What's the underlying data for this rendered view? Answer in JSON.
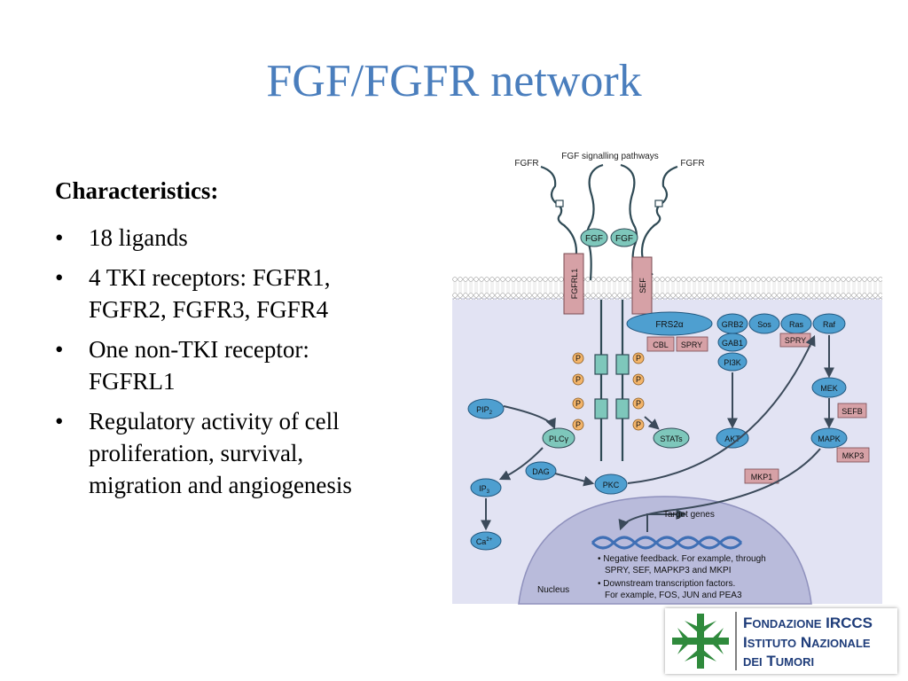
{
  "slide": {
    "title": "FGF/FGFR network",
    "heading": "Characteristics:",
    "bullets": [
      {
        "lines": [
          "18 ligands"
        ]
      },
      {
        "lines": [
          "4 TKI receptors: FGFR1,",
          "FGFR2, FGFR3, FGFR4"
        ]
      },
      {
        "lines": [
          "One non-TKI receptor:",
          "FGFRL1"
        ]
      },
      {
        "lines": [
          "Regulatory activity of cell",
          "proliferation, survival,",
          "migration and angiogenesis"
        ]
      }
    ]
  },
  "diagram": {
    "header": "FGF signalling pathways",
    "fgfr_left": "FGFR",
    "fgfr_right": "FGFR",
    "fgf_left": "FGF",
    "fgf_right": "FGF",
    "fgfrl1": "FGFRL1",
    "sef": "SEF",
    "frs2": "FRS2α",
    "cbl": "CBL",
    "spry1": "SPRY",
    "grb2": "GRB2",
    "sos": "Sos",
    "ras": "Ras",
    "raf": "Raf",
    "gab1": "GAB1",
    "spry2": "SPRY",
    "pi3k": "PI3K",
    "akt": "AKT",
    "mek": "MEK",
    "sefb": "SEFB",
    "mapk": "MAPK",
    "mkp3": "MKP3",
    "mkp1": "MKP1",
    "pip2": "PIP",
    "pip2_sub": "2",
    "plcg": "PLCγ",
    "dag": "DAG",
    "pkc": "PKC",
    "ip3": "IP",
    "ip3_sub": "3",
    "ca": "Ca",
    "ca_sup": "2+",
    "stats": "STATs",
    "p": "P",
    "target_genes": "Target genes",
    "nucleus": "Nucleus",
    "notes": [
      "• Negative feedback. For example, through",
      "SPRY, SEF, MAPKP3 and MKPI",
      "• Downstream transcription factors.",
      "For example, FOS, JUN and PEA3"
    ]
  },
  "logo": {
    "line1_cap": "F",
    "line1_rest": "ONDAZIONE",
    "line1_tail": " IRCCS",
    "line2_cap1": "I",
    "line2_rest1": "STITUTO",
    "line2_cap2": " N",
    "line2_rest2": "AZIONALE",
    "line3_pre": "DEI",
    "line3_cap": " T",
    "line3_rest": "UMORI"
  },
  "colors": {
    "title": "#4a7ebd",
    "cytoplasm": "#e2e3f3",
    "protein_blue": "#4e9fd0",
    "protein_red": "#d6a1a6",
    "receptor_green": "#7ec7bb",
    "logo_green": "#2f8a3c",
    "logo_text": "#1f3d7a"
  }
}
